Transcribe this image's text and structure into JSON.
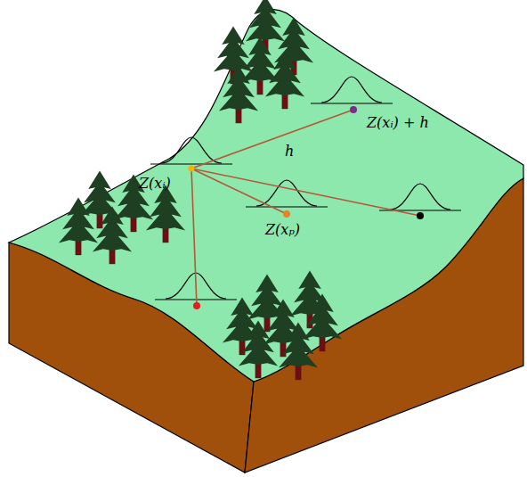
{
  "diagram": {
    "labels": [
      "Z(xᵢ) + h",
      "h",
      "Z(xᵢ)",
      "Z(xₚ)"
    ]
  }
}
